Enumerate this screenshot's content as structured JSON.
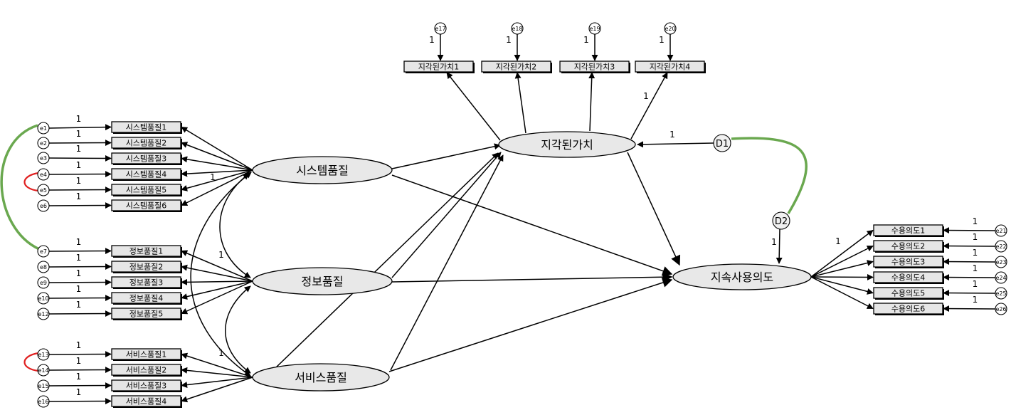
{
  "latents": [
    {
      "id": "sys",
      "label": "시스템품질"
    },
    {
      "id": "info",
      "label": "정보품질"
    },
    {
      "id": "serv",
      "label": "서비스품질"
    },
    {
      "id": "pv",
      "label": "지각된가치"
    },
    {
      "id": "ci",
      "label": "지속사용의도"
    }
  ],
  "indicators": [
    {
      "id": "s1",
      "label": "시스템품질1",
      "latent": "sys",
      "error": "e1"
    },
    {
      "id": "s2",
      "label": "시스템품질2",
      "latent": "sys",
      "error": "e2"
    },
    {
      "id": "s3",
      "label": "시스템품질3",
      "latent": "sys",
      "error": "e3"
    },
    {
      "id": "s4",
      "label": "시스템품질4",
      "latent": "sys",
      "error": "e4"
    },
    {
      "id": "s5",
      "label": "시스템품질5",
      "latent": "sys",
      "error": "e5"
    },
    {
      "id": "s6",
      "label": "시스템품질6",
      "latent": "sys",
      "error": "e6"
    },
    {
      "id": "i1",
      "label": "정보품질1",
      "latent": "info",
      "error": "e7"
    },
    {
      "id": "i2",
      "label": "정보품질2",
      "latent": "info",
      "error": "e8"
    },
    {
      "id": "i3",
      "label": "정보품질3",
      "latent": "info",
      "error": "e9"
    },
    {
      "id": "i4",
      "label": "정보품질4",
      "latent": "info",
      "error": "e10"
    },
    {
      "id": "i5",
      "label": "정보품질5",
      "latent": "info",
      "error": "e12"
    },
    {
      "id": "v1",
      "label": "서비스품질1",
      "latent": "serv",
      "error": "e13"
    },
    {
      "id": "v2",
      "label": "서비스품질2",
      "latent": "serv",
      "error": "e14"
    },
    {
      "id": "v3",
      "label": "서비스품질3",
      "latent": "serv",
      "error": "e15"
    },
    {
      "id": "v4",
      "label": "서비스품질4",
      "latent": "serv",
      "error": "e16"
    },
    {
      "id": "p1",
      "label": "지각된가치1",
      "latent": "pv",
      "error": "e17"
    },
    {
      "id": "p2",
      "label": "지각된가치2",
      "latent": "pv",
      "error": "e18"
    },
    {
      "id": "p3",
      "label": "지각된가치3",
      "latent": "pv",
      "error": "e19"
    },
    {
      "id": "p4",
      "label": "지각된가치4",
      "latent": "pv",
      "error": "e20"
    },
    {
      "id": "c1",
      "label": "수용의도1",
      "latent": "ci",
      "error": "e21"
    },
    {
      "id": "c2",
      "label": "수용의도2",
      "latent": "ci",
      "error": "e22"
    },
    {
      "id": "c3",
      "label": "수용의도3",
      "latent": "ci",
      "error": "e23"
    },
    {
      "id": "c4",
      "label": "수용의도4",
      "latent": "ci",
      "error": "e24"
    },
    {
      "id": "c5",
      "label": "수용의도5",
      "latent": "ci",
      "error": "e25"
    },
    {
      "id": "c6",
      "label": "수용의도6",
      "latent": "ci",
      "error": "e26"
    }
  ],
  "disturbances": [
    {
      "id": "D1",
      "label": "D1",
      "target": "pv"
    },
    {
      "id": "D2",
      "label": "D2",
      "target": "ci"
    }
  ],
  "fixed_weight_label": "1",
  "structural_paths": [
    {
      "from": "sys",
      "to": "pv"
    },
    {
      "from": "sys",
      "to": "ci"
    },
    {
      "from": "info",
      "to": "pv"
    },
    {
      "from": "info",
      "to": "ci"
    },
    {
      "from": "serv",
      "to": "pv"
    },
    {
      "from": "serv",
      "to": "ci"
    },
    {
      "from": "pv",
      "to": "ci"
    }
  ],
  "covariances": [
    {
      "between": [
        "sys",
        "info"
      ]
    },
    {
      "between": [
        "info",
        "serv"
      ]
    },
    {
      "between": [
        "sys",
        "serv"
      ]
    }
  ],
  "error_covariances": [
    {
      "between": [
        "e1",
        "e7"
      ],
      "color": "#6aa84f"
    },
    {
      "between": [
        "e4",
        "e5"
      ],
      "color": "#e02020"
    },
    {
      "between": [
        "e13",
        "e14"
      ],
      "color": "#e02020"
    },
    {
      "between": [
        "D1",
        "D2"
      ],
      "color": "#6aa84f"
    }
  ]
}
